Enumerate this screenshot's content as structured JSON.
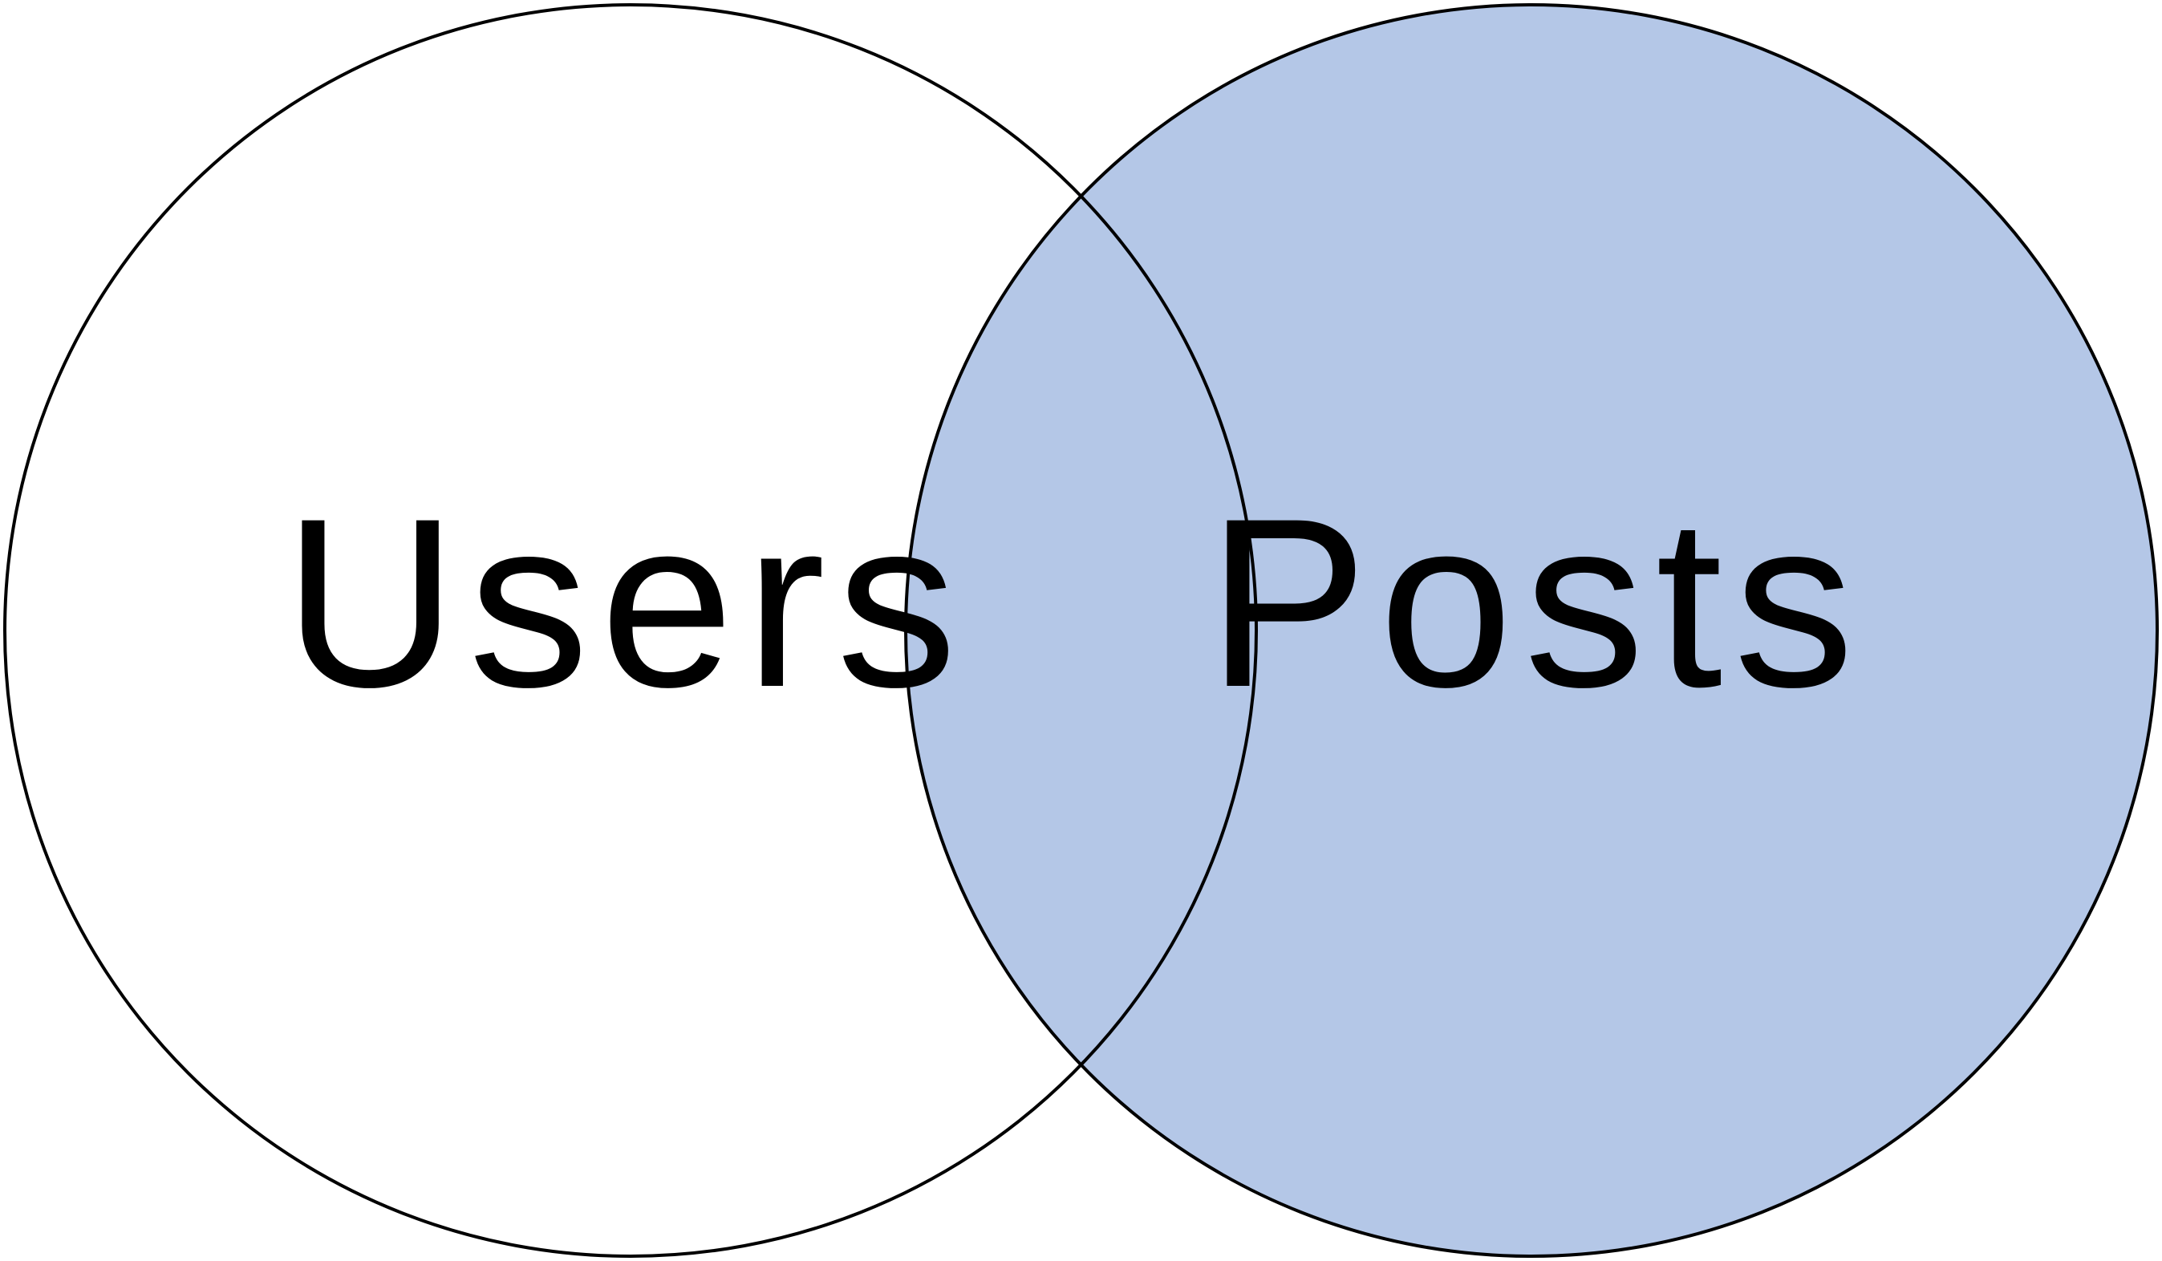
{
  "diagram": {
    "type": "venn",
    "sets": [
      {
        "key": "users",
        "label": "Users",
        "highlighted": false
      },
      {
        "key": "posts",
        "label": "Posts",
        "highlighted": true
      }
    ],
    "colors": {
      "highlight_fill": "#b4c7e7",
      "plain_fill": "#ffffff",
      "outline": "#000000"
    }
  }
}
